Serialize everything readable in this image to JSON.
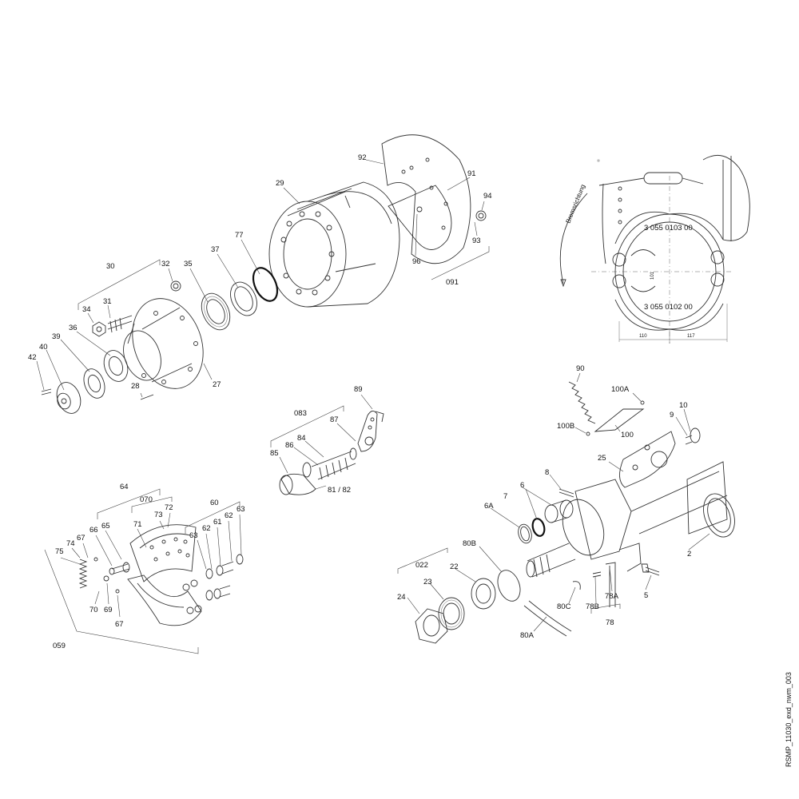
{
  "drawing_id": "RSMP_11030_exd_nwm_003",
  "inset": {
    "direction_label": "Bremsrichtung",
    "part_top": "3 055 0103 00",
    "part_bottom": "3 055 0102 00",
    "dim_left": "110",
    "dim_right": "117",
    "dim_center": "101"
  },
  "callouts": [
    {
      "id": "c92",
      "text": "92"
    },
    {
      "id": "c91",
      "text": "91"
    },
    {
      "id": "c29",
      "text": "29"
    },
    {
      "id": "c94",
      "text": "94"
    },
    {
      "id": "c93",
      "text": "93"
    },
    {
      "id": "c96",
      "text": "96"
    },
    {
      "id": "c091",
      "text": "091"
    },
    {
      "id": "c77",
      "text": "77"
    },
    {
      "id": "c37",
      "text": "37"
    },
    {
      "id": "c35",
      "text": "35"
    },
    {
      "id": "c32",
      "text": "32"
    },
    {
      "id": "c30",
      "text": "30"
    },
    {
      "id": "c31",
      "text": "31"
    },
    {
      "id": "c34",
      "text": "34"
    },
    {
      "id": "c36",
      "text": "36"
    },
    {
      "id": "c39",
      "text": "39"
    },
    {
      "id": "c40",
      "text": "40"
    },
    {
      "id": "c42",
      "text": "42"
    },
    {
      "id": "c28",
      "text": "28"
    },
    {
      "id": "c27",
      "text": "27"
    },
    {
      "id": "c89",
      "text": "89"
    },
    {
      "id": "c083",
      "text": "083"
    },
    {
      "id": "c87",
      "text": "87"
    },
    {
      "id": "c84",
      "text": "84"
    },
    {
      "id": "c86",
      "text": "86"
    },
    {
      "id": "c85",
      "text": "85"
    },
    {
      "id": "c8182",
      "text": "81 / 82"
    },
    {
      "id": "c90",
      "text": "90"
    },
    {
      "id": "c100A",
      "text": "100A"
    },
    {
      "id": "c10",
      "text": "10"
    },
    {
      "id": "c9",
      "text": "9"
    },
    {
      "id": "c100B",
      "text": "100B"
    },
    {
      "id": "c100",
      "text": "100"
    },
    {
      "id": "c25",
      "text": "25"
    },
    {
      "id": "c8",
      "text": "8"
    },
    {
      "id": "c7",
      "text": "7"
    },
    {
      "id": "c6",
      "text": "6"
    },
    {
      "id": "c6A",
      "text": "6A"
    },
    {
      "id": "c80B",
      "text": "80B"
    },
    {
      "id": "c2",
      "text": "2"
    },
    {
      "id": "c022",
      "text": "022"
    },
    {
      "id": "c22",
      "text": "22"
    },
    {
      "id": "c23",
      "text": "23"
    },
    {
      "id": "c24",
      "text": "24"
    },
    {
      "id": "c80C",
      "text": "80C"
    },
    {
      "id": "c78B",
      "text": "78B"
    },
    {
      "id": "c78A",
      "text": "78A"
    },
    {
      "id": "c5",
      "text": "5"
    },
    {
      "id": "c78",
      "text": "78"
    },
    {
      "id": "c80A",
      "text": "80A"
    },
    {
      "id": "c64",
      "text": "64"
    },
    {
      "id": "c070",
      "text": "070"
    },
    {
      "id": "c60",
      "text": "60"
    },
    {
      "id": "c73",
      "text": "73"
    },
    {
      "id": "c72",
      "text": "72"
    },
    {
      "id": "c63a",
      "text": "63"
    },
    {
      "id": "c65",
      "text": "65"
    },
    {
      "id": "c66",
      "text": "66"
    },
    {
      "id": "c71",
      "text": "71"
    },
    {
      "id": "c62a",
      "text": "62"
    },
    {
      "id": "c61",
      "text": "61"
    },
    {
      "id": "c62b",
      "text": "62"
    },
    {
      "id": "c63b",
      "text": "63"
    },
    {
      "id": "c67a",
      "text": "67"
    },
    {
      "id": "c74",
      "text": "74"
    },
    {
      "id": "c75",
      "text": "75"
    },
    {
      "id": "c70",
      "text": "70"
    },
    {
      "id": "c69",
      "text": "69"
    },
    {
      "id": "c67b",
      "text": "67"
    },
    {
      "id": "c059",
      "text": "059"
    }
  ]
}
